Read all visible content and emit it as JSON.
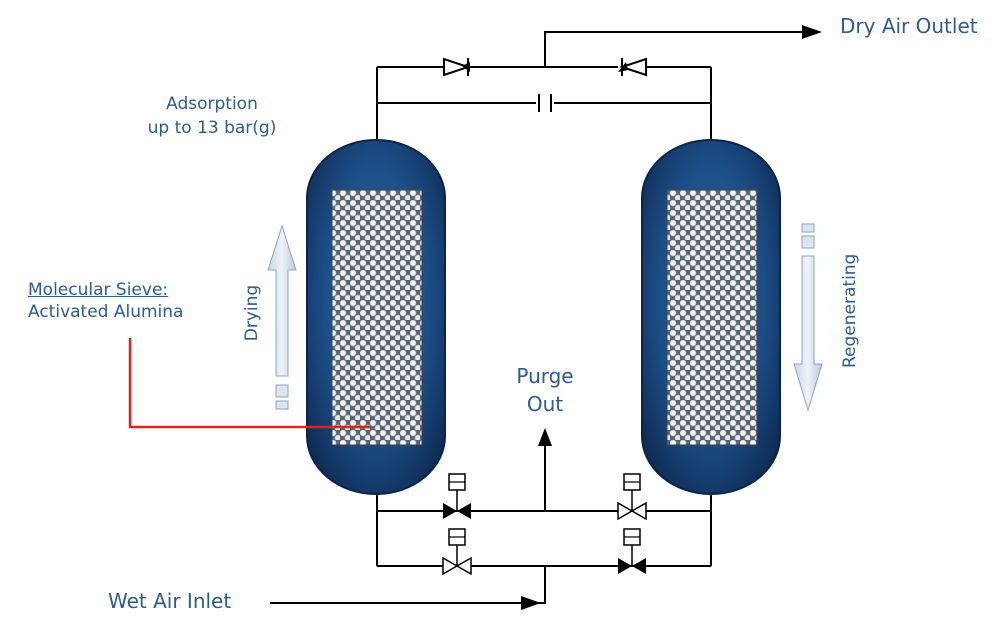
{
  "labels": {
    "dry_air_outlet": "Dry Air Outlet",
    "adsorption_line1": "Adsorption",
    "adsorption_line2": "up to 13 bar(g)",
    "molecular_sieve": "Molecular Sieve:",
    "activated_alumina": "Activated Alumina",
    "drying": "Drying",
    "regenerating": "Regenerating",
    "purge_line1": "Purge",
    "purge_line2": "Out",
    "wet_air_inlet": "Wet Air Inlet"
  },
  "colors": {
    "text": "#2e5b91",
    "vessel": "#1c4d86",
    "vessel_dark": "#0f2f5a",
    "pipe": "#000000",
    "pointer": "#d9261c",
    "arrow_fill": "#dbe5ef"
  },
  "components": {
    "left_vessel_state": "Drying",
    "right_vessel_state": "Regenerating",
    "valves": [
      "check-valve-left",
      "check-valve-right",
      "orifice",
      "valve-upper-left-closed",
      "valve-upper-right-open",
      "valve-lower-left-open",
      "valve-lower-right-closed"
    ]
  }
}
